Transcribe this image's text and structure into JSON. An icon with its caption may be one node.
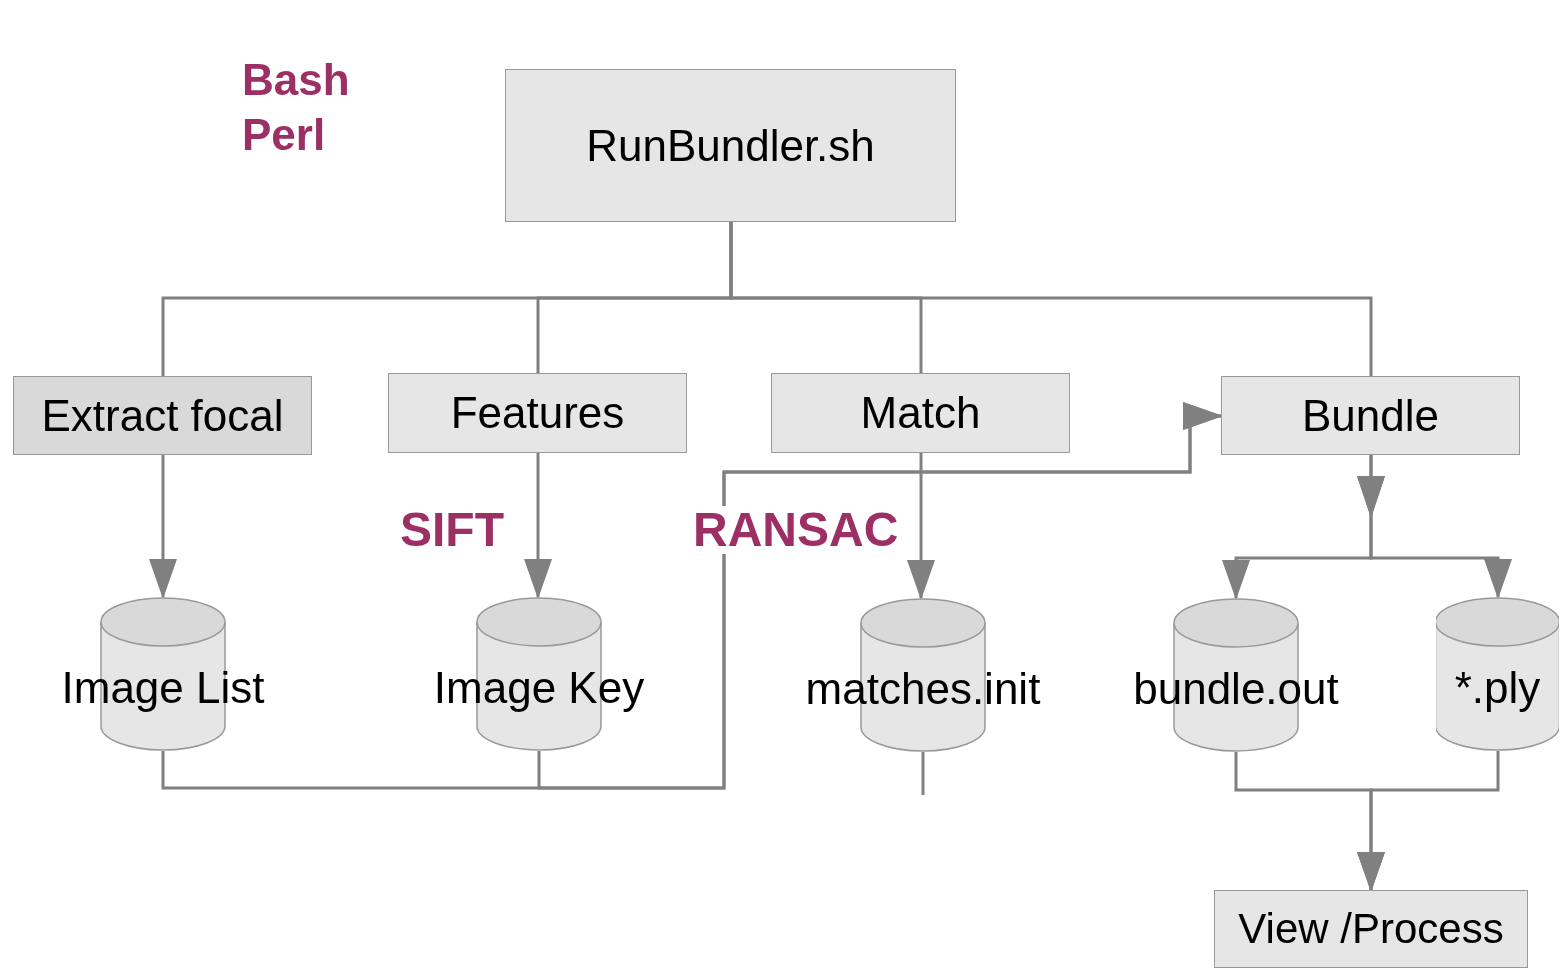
{
  "diagram": {
    "nodes": [
      {
        "text": [
          "RunBundler.sh"
        ]
      },
      {
        "text": [
          "Extract focal"
        ]
      },
      {
        "text": [
          "Features"
        ]
      },
      {
        "text": [
          "Match"
        ]
      },
      {
        "text": [
          "Bundle"
        ]
      },
      {
        "text": [
          "Image List"
        ]
      },
      {
        "text": [
          "Image Key"
        ]
      },
      {
        "text": [
          "matches.init"
        ]
      },
      {
        "text": [
          "bundle.out"
        ]
      },
      {
        "text": [
          "*.ply"
        ]
      },
      {
        "text": [
          "View /Process"
        ]
      }
    ],
    "edges": [
      {
        "from": 0,
        "to": 1,
        "arrow": "none"
      },
      {
        "from": 0,
        "to": 2,
        "arrow": "none"
      },
      {
        "from": 0,
        "to": 3,
        "arrow": "none"
      },
      {
        "from": 0,
        "to": 4,
        "arrow": "none"
      },
      {
        "from": 1,
        "to": 5,
        "arrow": "to"
      },
      {
        "from": 2,
        "to": 6,
        "arrow": "to"
      },
      {
        "from": 3,
        "to": 7,
        "arrow": "to"
      },
      {
        "from": 4,
        "to": 8,
        "arrow": "to"
      },
      {
        "from": 4,
        "to": 9,
        "arrow": "to"
      },
      {
        "from": 8,
        "to": 10,
        "arrow": "to"
      },
      {
        "from": 9,
        "to": 10,
        "arrow": "to"
      },
      {
        "from": 5,
        "to": 4,
        "arrow": "to"
      },
      {
        "from": 6,
        "to": 4,
        "arrow": "to"
      },
      {
        "from": 7,
        "to": null,
        "arrow": "none"
      }
    ],
    "labels": [
      "Bash",
      "Perl",
      "SIFT",
      "RANSAC"
    ]
  }
}
